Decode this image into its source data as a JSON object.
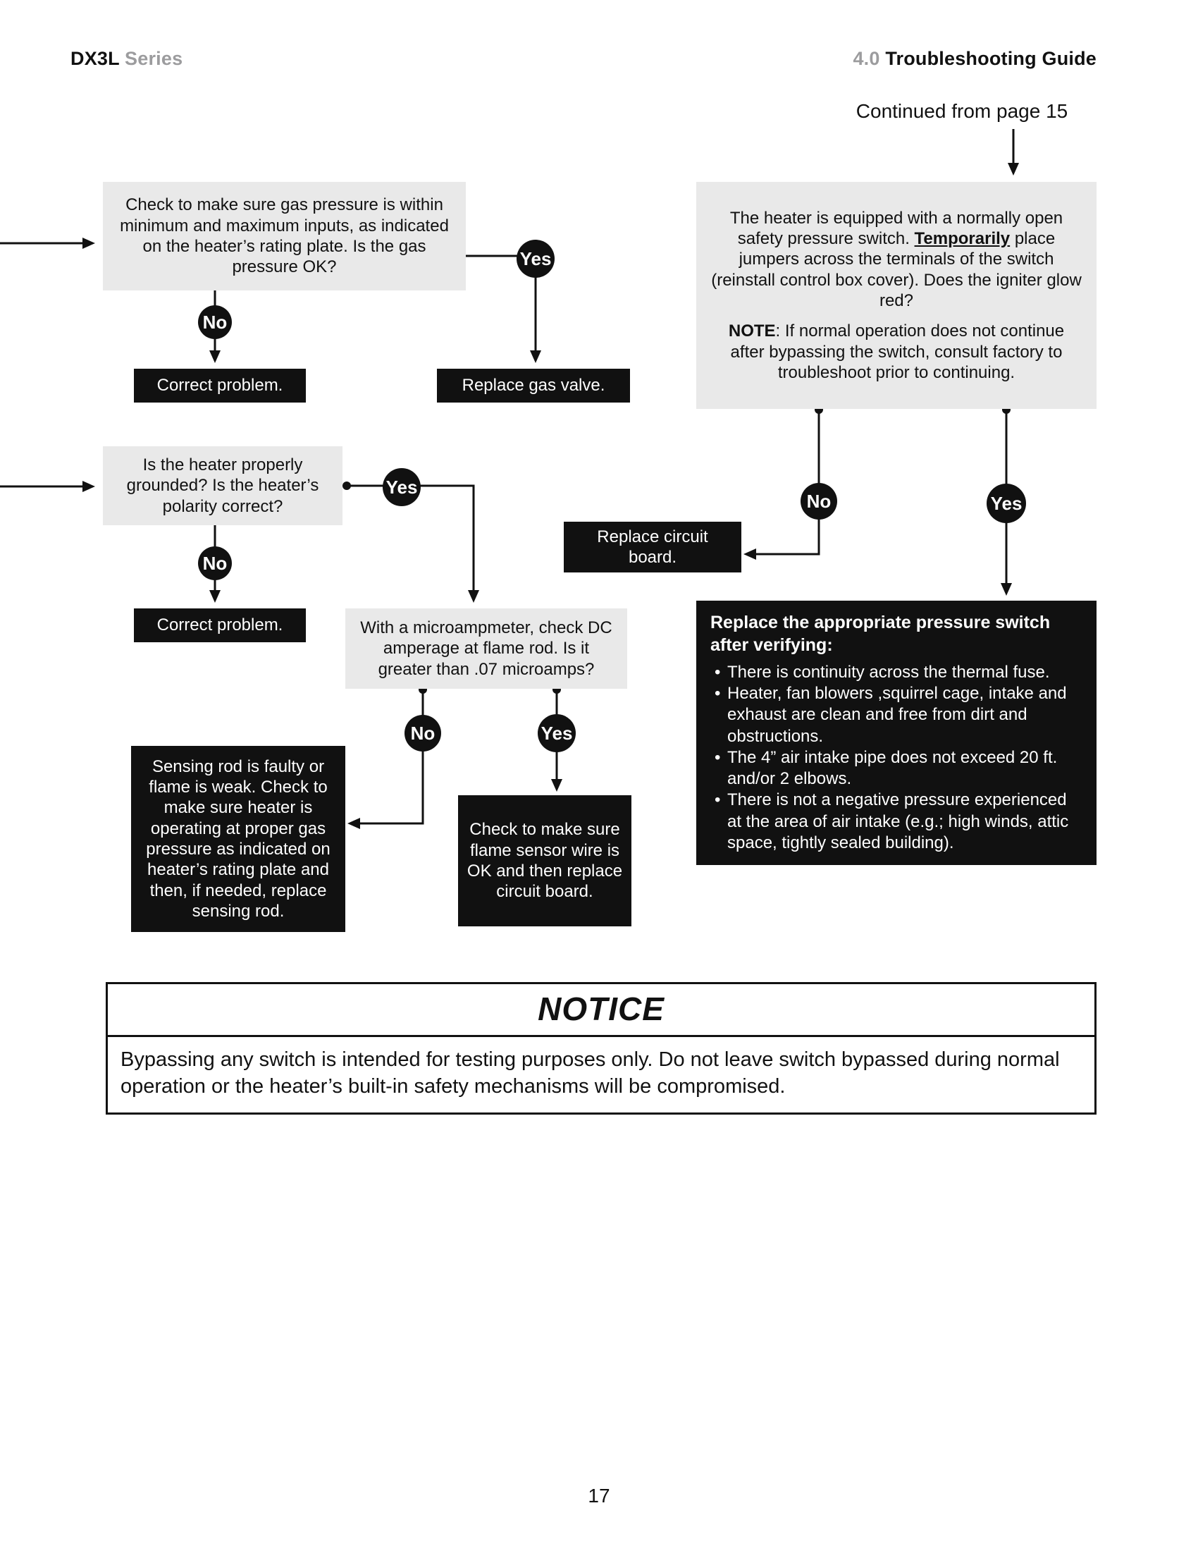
{
  "header": {
    "series_bold": "DX3L",
    "series_gray": "Series",
    "section_gray": "4.0",
    "section_bold": "Troubleshooting Guide",
    "continued_from": "Continued from page 15"
  },
  "labels": {
    "yes": "Yes",
    "no": "No"
  },
  "boxes": {
    "gas_pressure_check": "Check to make sure gas pressure is within minimum and maximum inputs, as indicated on the heater’s rating plate. Is the gas pressure OK?",
    "correct_problem_1": "Correct problem.",
    "replace_gas_valve": "Replace gas valve.",
    "pressure_switch_q1": "The heater is equipped with a normally open safety pressure switch. ",
    "pressure_switch_temporarily": "Temporarily",
    "pressure_switch_q2": " place jumpers across the terminals of the switch (reinstall control box cover). Does the igniter glow red?",
    "pressure_switch_note_label": "NOTE",
    "pressure_switch_note": ": If normal operation does not continue after bypassing the switch, consult factory to troubleshoot prior to continuing.",
    "grounded_check": "Is the heater properly grounded? Is the heater’s polarity correct?",
    "correct_problem_2": "Correct problem.",
    "replace_circuit_board": "Replace circuit board.",
    "microamp_check": "With a microampmeter, check DC amperage at flame rod. Is it greater than .07 microamps?",
    "sensing_rod": "Sensing rod is faulty or flame is weak. Check to make sure heater is operating at proper gas pressure as indicated on heater’s rating plate and then, if needed, replace sensing rod.",
    "flame_sensor": "Check to make sure flame sensor wire is OK and then replace circuit board.",
    "pressure_switch_replace_heading": "Replace the appropriate pressure switch after verifying:",
    "pressure_switch_bullets": [
      "There is continuity across the thermal fuse.",
      "Heater, fan blowers ,squirrel cage, intake and exhaust are clean and free from dirt and obstructions.",
      "The 4” air intake pipe does not exceed 20 ft. and/or 2 elbows.",
      "There is not a negative pressure experienced at the area of air intake (e.g.; high winds, attic space, tightly sealed building)."
    ]
  },
  "notice": {
    "title": "NOTICE",
    "body": "Bypassing any switch is intended for testing purposes only.  Do not leave switch bypassed during normal operation or the heater’s built-in safety mechanisms will be compromised."
  },
  "footer": {
    "page_number": "17"
  }
}
